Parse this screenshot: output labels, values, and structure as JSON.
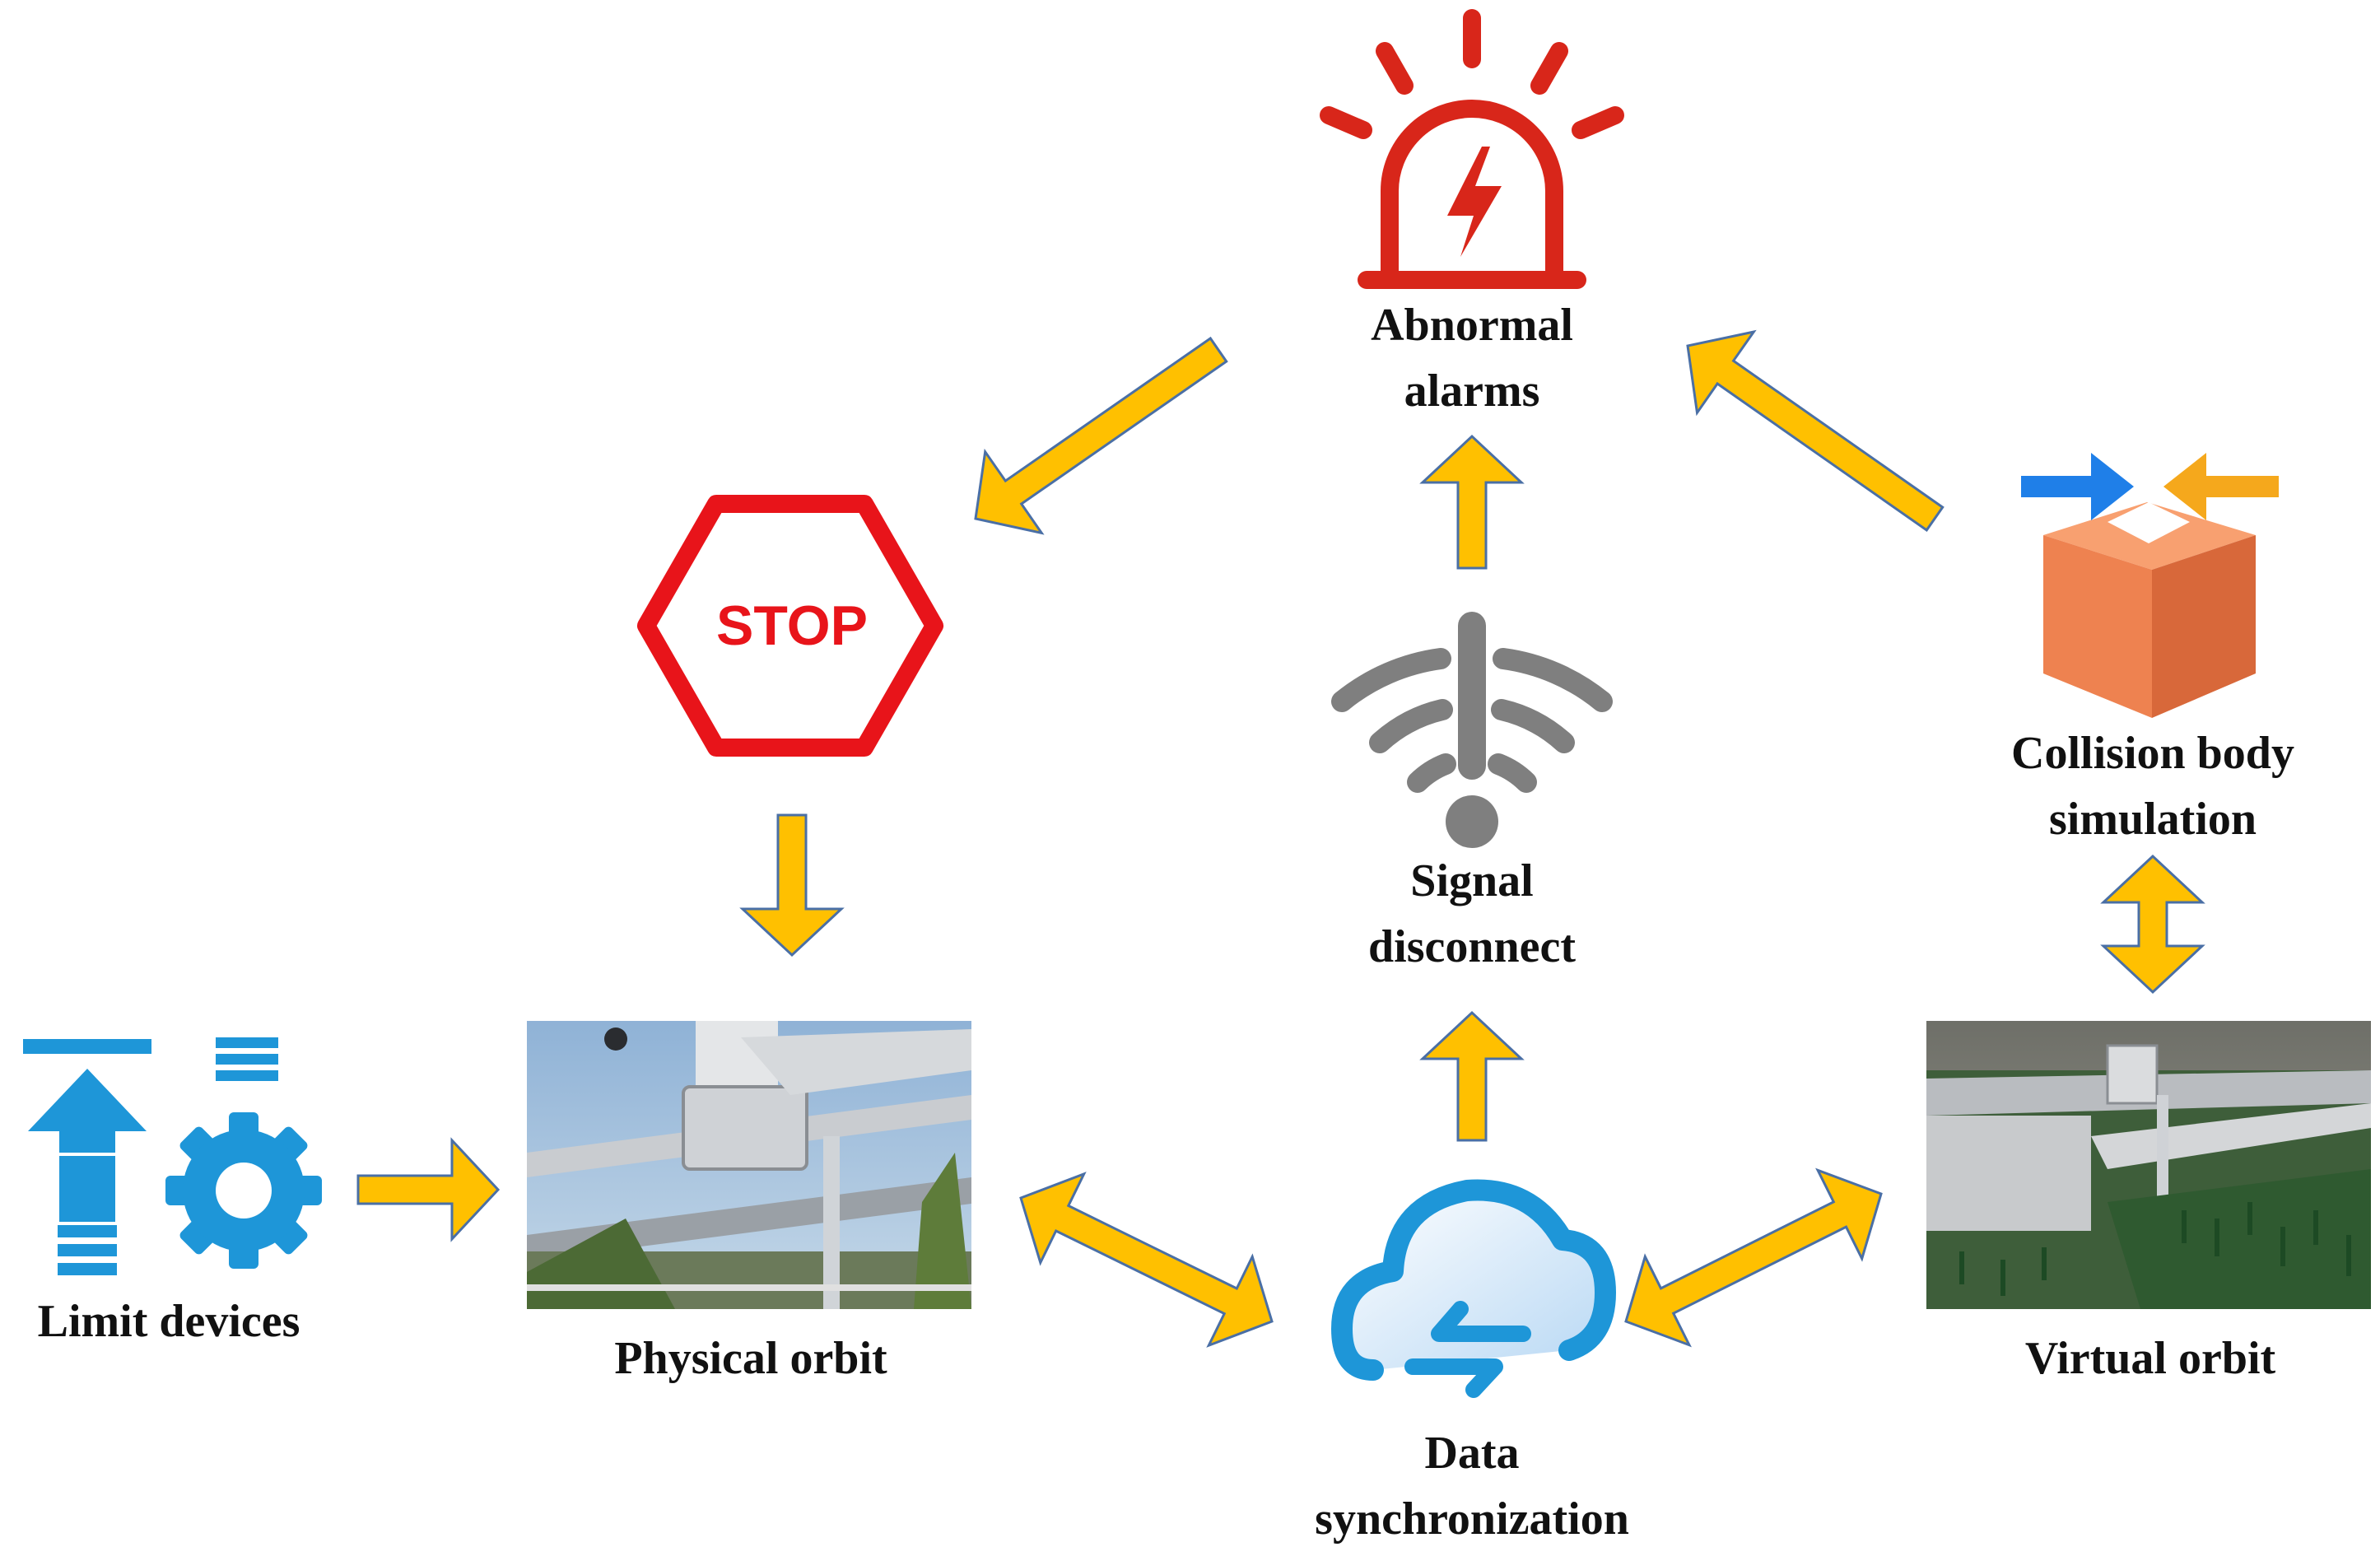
{
  "nodes": {
    "abnormal_alarms": {
      "line1": "Abnormal",
      "line2": "alarms",
      "icon": "alarm-siren-icon"
    },
    "stop": {
      "text": "STOP",
      "icon": "stop-sign-icon"
    },
    "signal_disconnect": {
      "line1": "Signal",
      "line2": "disconnect",
      "icon": "wifi-disconnect-icon"
    },
    "collision_body_simulation": {
      "line1": "Collision body",
      "line2": "simulation",
      "icon": "collision-cube-icon"
    },
    "limit_devices": {
      "line1": "Limit devices",
      "icon": "limit-arrow-gear-icon"
    },
    "physical_orbit": {
      "line1": "Physical orbit",
      "image": "photo of physical orbit rail"
    },
    "data_synchronization": {
      "line1": "Data",
      "line2": "synchronization",
      "icon": "cloud-sync-icon"
    },
    "virtual_orbit": {
      "line1": "Virtual orbit",
      "image": "render of virtual orbit rail"
    }
  },
  "colors": {
    "arrow_fill": "#FFC000",
    "arrow_stroke": "#4A6FA5",
    "alarm_red": "#D8261A",
    "stop_red": "#E8141A",
    "wifi_gray": "#7F7F7F",
    "icon_blue": "#1E96D8",
    "cube_orange": "#EE8250",
    "collision_blue": "#1F7FE8",
    "collision_orange": "#F5A81C"
  }
}
